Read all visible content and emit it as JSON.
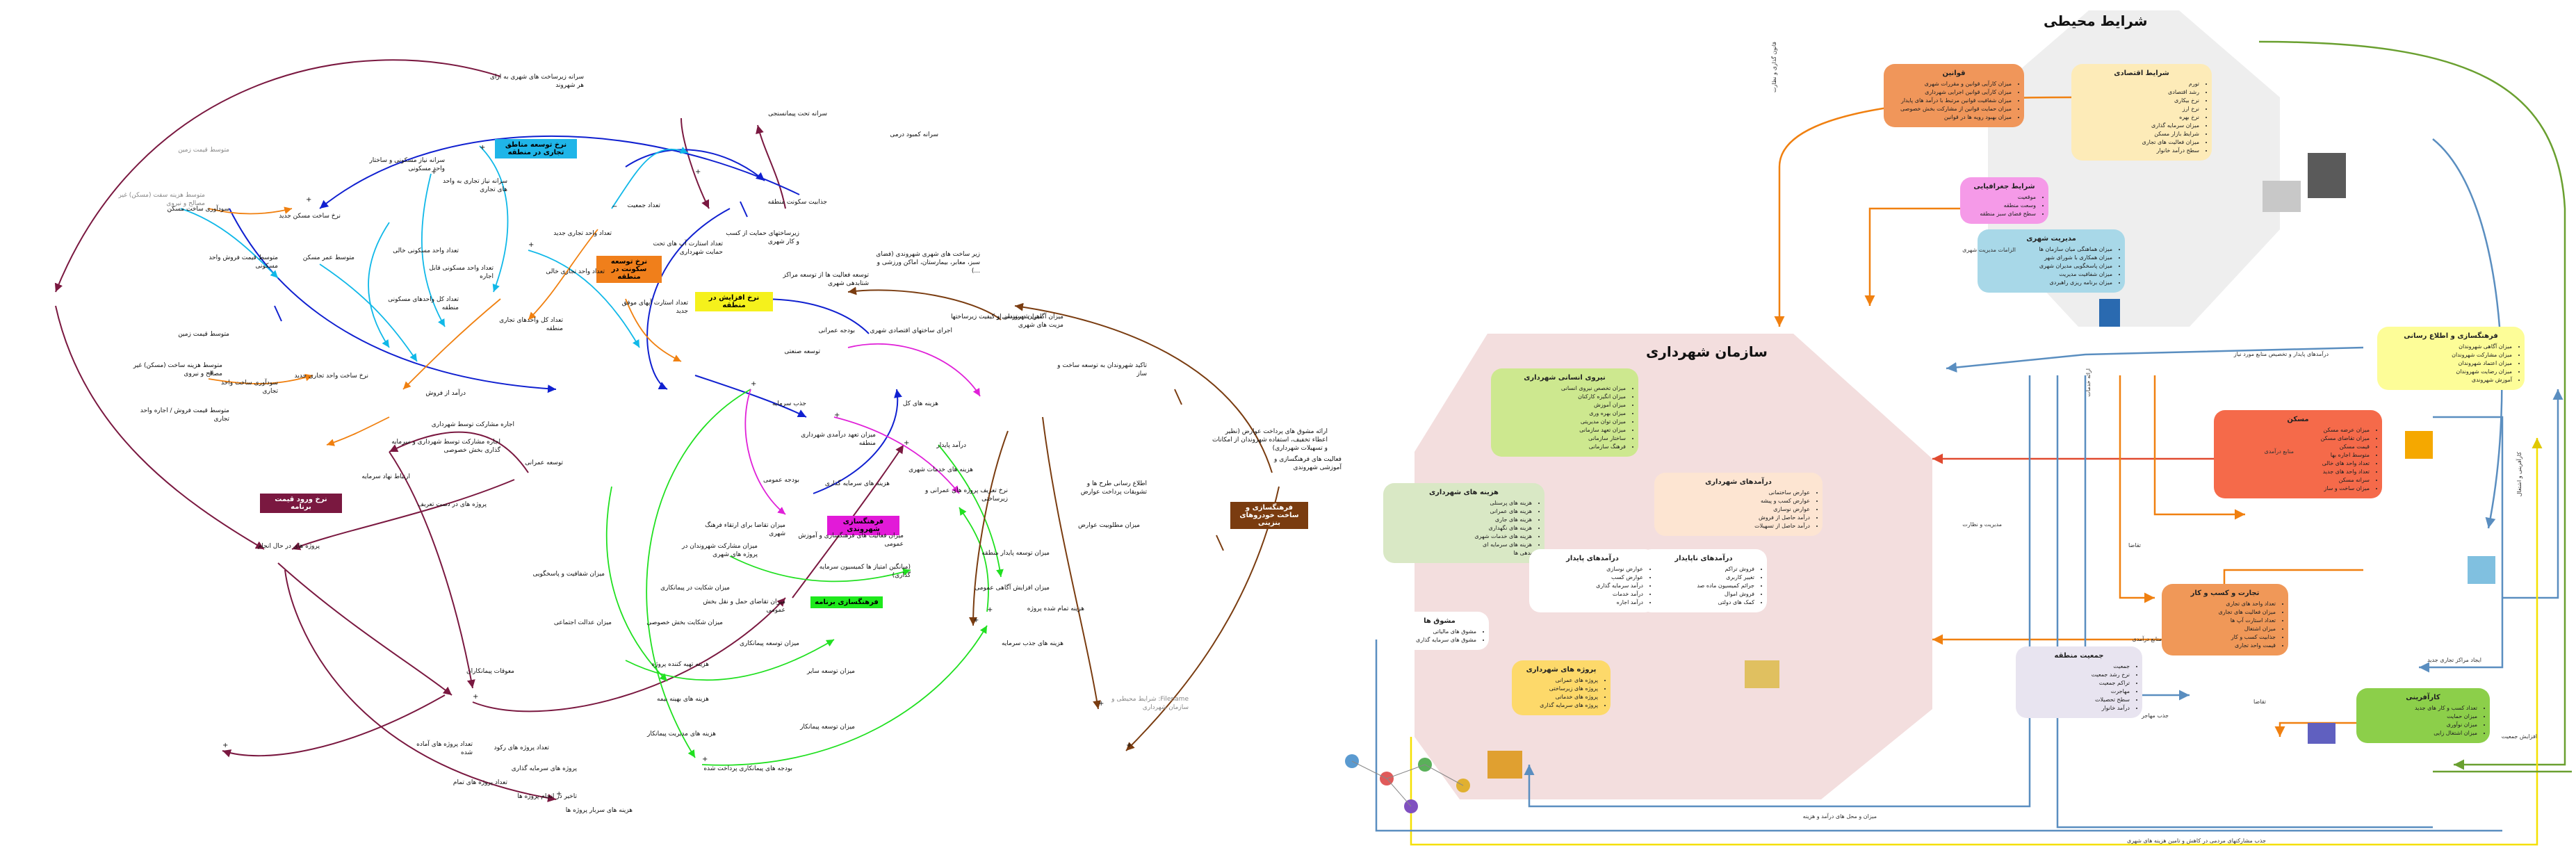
{
  "left_diagram": {
    "flags": [
      {
        "id": "f1",
        "text": "نرخ توسعه مناطق تجاری در منطقه",
        "bg": "#1fb5e8",
        "color": "#111"
      },
      {
        "id": "f2",
        "text": "نرخ توسعه سکونت در منطقه",
        "bg": "#f07f1b",
        "color": "#111"
      },
      {
        "id": "f3",
        "text": "نرخ افزایش در منطقه",
        "bg": "#f5f11c",
        "color": "#111"
      },
      {
        "id": "f4",
        "text": "نرخ ورود قیمت برنامه",
        "bg": "#7a1840",
        "color": "#ffffff"
      },
      {
        "id": "f5",
        "text": "فرهنگسازی شهروندی",
        "bg": "#e21ad8",
        "color": "#111"
      },
      {
        "id": "f6",
        "text": "فرهنگسازی برنامه",
        "bg": "#1ee91c",
        "color": "#111"
      },
      {
        "id": "f7",
        "text": "فرهنگسازی و ساخت خودروهای بنزینی",
        "bg": "#7a3c10",
        "color": "#ffffff"
      }
    ],
    "labels": [
      {
        "id": "l1",
        "text": "سرانه زیرساخت های شهری به ازای هر شهروند",
        "gray": false
      },
      {
        "id": "l2",
        "text": "سرانه تحت پیمانسنجی",
        "gray": false
      },
      {
        "id": "l3",
        "text": "سرانه کمبود درمی",
        "gray": false
      },
      {
        "id": "l4",
        "text": "متوسط قیمت زمین",
        "gray": true
      },
      {
        "id": "l5",
        "text": "متوسط هزینه سفت (مسکن) غیر مصالح و نیروی",
        "gray": true
      },
      {
        "id": "l6",
        "text": "سودآوری ساخت مسکن",
        "gray": false
      },
      {
        "id": "l7",
        "text": "نرخ ساخت مسکن جدید",
        "gray": false
      },
      {
        "id": "l8",
        "text": "سرانه نیاز مسکونی و ساختار واحد مسکونی",
        "gray": false
      },
      {
        "id": "l9",
        "text": "سرانه نیاز تجاری به واحد های تجاری",
        "gray": false
      },
      {
        "id": "l10",
        "text": "تعداد جمعیت",
        "gray": false
      },
      {
        "id": "l11",
        "text": "جذابیت سکونت منطقه",
        "gray": false
      },
      {
        "id": "l12",
        "text": "متوسط قیمت فروش واحد مسکونی",
        "gray": false
      },
      {
        "id": "l13",
        "text": "متوسط عمر مسکن",
        "gray": false
      },
      {
        "id": "l14",
        "text": "تعداد واحد مسکونی خالی",
        "gray": false
      },
      {
        "id": "l15",
        "text": "تعداد کل واحدهای مسکونی منطقه",
        "gray": false
      },
      {
        "id": "l16",
        "text": "تعداد واحد مسکونی قابل اجاره",
        "gray": false
      },
      {
        "id": "l17",
        "text": "تعداد واحد تجاری جدید",
        "gray": false
      },
      {
        "id": "l18",
        "text": "تعداد واحد تجاری خالی",
        "gray": false
      },
      {
        "id": "l19",
        "text": "تعداد کل واحدهای تجاری منطقه",
        "gray": false
      },
      {
        "id": "l20",
        "text": "زیرساختهای حمایت از کسب و کار شهری",
        "gray": false
      },
      {
        "id": "l21",
        "text": "تعداد استارت آپ های تحت حمایت شهرداری",
        "gray": false
      },
      {
        "id": "l22",
        "text": "زیر ساخت های شهری شهروندی (فضای سبز، معابر، بیمارستان، اماکن ورزشی و ...)",
        "gray": false
      },
      {
        "id": "l23",
        "text": "تعداد استارت آپهای موفق جدید",
        "gray": false
      },
      {
        "id": "l24",
        "text": "توسعه فعالیت ها از توسعه مراکز شتابدهی شهری",
        "gray": false
      },
      {
        "id": "l25",
        "text": "متوسط قیمت زمین",
        "gray": false
      },
      {
        "id": "l26",
        "text": "متوسط هزینه ساخت (مسکن) غیر مصالح و نیروی",
        "gray": false
      },
      {
        "id": "l27",
        "text": "متوسط قیمت فروش / اجاره واحد تجاری",
        "gray": false
      },
      {
        "id": "l28",
        "text": "سودآوری ساخت واحد تجاری",
        "gray": false
      },
      {
        "id": "l29",
        "text": "نرخ ساخت واحد تجاری جدید",
        "gray": false
      },
      {
        "id": "l30",
        "text": "درآمد از فروش",
        "gray": false
      },
      {
        "id": "l31",
        "text": "اجاره مشارکت توسط شهرداری",
        "gray": false
      },
      {
        "id": "l32",
        "text": "اجاره مشارکت توسط شهرداری و سرمایه گذاری بخش خصوصی",
        "gray": false
      },
      {
        "id": "l33",
        "text": "ارتباط نهاد سرمایه",
        "gray": false
      },
      {
        "id": "l34",
        "text": "پروژه های در دست تعریف",
        "gray": false
      },
      {
        "id": "l35",
        "text": "توسعه عمرانی",
        "gray": false
      },
      {
        "id": "l36",
        "text": "توسعه صنعتی",
        "gray": false
      },
      {
        "id": "l37",
        "text": "اجرای ساختهای اقتصادی شهری",
        "gray": false
      },
      {
        "id": "l38",
        "text": "میزان دسترسی و کیفیت زیرساختها",
        "gray": false
      },
      {
        "id": "l39",
        "text": "جذب سرمایه",
        "gray": false
      },
      {
        "id": "l40",
        "text": "هزینه های کل",
        "gray": false
      },
      {
        "id": "l41",
        "text": "درآمد پایدار",
        "gray": false
      },
      {
        "id": "l42",
        "text": "هزینه های خدمات شهری",
        "gray": false
      },
      {
        "id": "l43",
        "text": "بودجه عمومی",
        "gray": false
      },
      {
        "id": "l44",
        "text": "هزینه های سرمایه گذاری",
        "gray": false
      },
      {
        "id": "l45",
        "text": "میزان تعهد درآمدی شهرداری منطقه",
        "gray": false
      },
      {
        "id": "l46",
        "text": "نرخ تعریف پروژه های عمرانی و زیرساختی",
        "gray": false
      },
      {
        "id": "l47",
        "text": "بودجه عمرانی",
        "gray": false
      },
      {
        "id": "l48",
        "text": "میزان فعالیت های فرهنگسازی و آموزش عمومی",
        "gray": false
      },
      {
        "id": "l49",
        "text": "(میانگین امتیاز ها کمیسیون سرمایه گذاری)",
        "gray": false
      },
      {
        "id": "l50",
        "text": "میزان تقاضا برای ارتقاء فرهنگ شهری",
        "gray": false
      },
      {
        "id": "l51",
        "text": "میزان مشارکت شهروندان در پروژه های شهری",
        "gray": false
      },
      {
        "id": "l52",
        "text": "میزان شکایت در پیمانکاری",
        "gray": false
      },
      {
        "id": "l53",
        "text": "میزان توسعه پایدار منطقه",
        "gray": false
      },
      {
        "id": "l54",
        "text": "میزان تقاضای حمل و نقل بخش عمومی",
        "gray": false
      },
      {
        "id": "l55",
        "text": "میزان شکایت بخش خصوصی",
        "gray": false
      },
      {
        "id": "l56",
        "text": "میزان افزایش آگاهی عمومی",
        "gray": false
      },
      {
        "id": "l57",
        "text": "هزینه تهیه کننده پروژه",
        "gray": false
      },
      {
        "id": "l58",
        "text": "هزینه های بهینه بیمه",
        "gray": false
      },
      {
        "id": "l59",
        "text": "هزینه های مدیریت پیمانکار",
        "gray": false
      },
      {
        "id": "l60",
        "text": "بودجه های پیمانکاری پرداخت شده",
        "gray": false
      },
      {
        "id": "l61",
        "text": "میزان توسعه پیمانکاری",
        "gray": false
      },
      {
        "id": "l62",
        "text": "میزان توسعه سایر",
        "gray": false
      },
      {
        "id": "l63",
        "text": "میزان توسعه پیمانکار",
        "gray": false
      },
      {
        "id": "l64",
        "text": "تاکید شهروندان به توسعه ساخت و ساز",
        "gray": false
      },
      {
        "id": "l65",
        "text": "فعالیت های فرهنگسازی و آموزشی شهروندی",
        "gray": false
      },
      {
        "id": "l66",
        "text": "میزان آگاهی شهروندان از مزیت های شهری",
        "gray": false
      },
      {
        "id": "l67",
        "text": "ارائه مشوق های پرداخت عوارض (نظیر اعطاء تخفیف، استفاده شهروندان از امکانات و تسهیلات شهرداری)",
        "gray": false
      },
      {
        "id": "l68",
        "text": "اطلاع رسانی طرح ها و تشویقات پرداخت عوارض",
        "gray": false
      },
      {
        "id": "l69",
        "text": "میزان مطلوبیت عوارض",
        "gray": false
      },
      {
        "id": "l70",
        "text": "هزینه تمام شده پروژه",
        "gray": false
      },
      {
        "id": "l71",
        "text": "هزینه های جذب سرمایه",
        "gray": false
      },
      {
        "id": "l72",
        "text": "تعداد پروژه های آماده شده",
        "gray": false
      },
      {
        "id": "l73",
        "text": "تعداد پروژه های تمام",
        "gray": false
      },
      {
        "id": "l74",
        "text": "پروژه های در حال انجام",
        "gray": false
      },
      {
        "id": "l75",
        "text": "معوقات پیمانکاران",
        "gray": false
      },
      {
        "id": "l76",
        "text": "تعداد پروژه های رکود",
        "gray": false
      },
      {
        "id": "l77",
        "text": "پروژه های سرمایه گذاری",
        "gray": false
      },
      {
        "id": "l78",
        "text": "تاخیر در انجام پروژه ها",
        "gray": false
      },
      {
        "id": "l79",
        "text": "هزینه های سربار پروژه ها",
        "gray": false
      },
      {
        "id": "l80",
        "text": "میزان شفافیت و پاسخگویی",
        "gray": false
      },
      {
        "id": "l81",
        "text": "میزان عدالت اجتماعی",
        "gray": false
      },
      {
        "id": "l82",
        "text": "Filename: شرایط محیطی و سازمان شهرداری",
        "gray": true
      }
    ]
  },
  "right_diagram": {
    "titles": {
      "env": "شرایط محیطی",
      "org": "سازمان شهرداری"
    },
    "env_boxes": [
      {
        "id": "e1",
        "title": "قوانین",
        "color": "#f0965a",
        "items": [
          "میزان کارآیی قوانین و مقررات شهری",
          "میزان کارآیی قوانین اجرایی شهرداری",
          "میزان شفافیت قوانین مرتبط با درآمد های پایدار",
          "میزان حمایت قوانین از مشارکت بخش خصوصی",
          "میزان بهبود رویه ها در قوانین"
        ]
      },
      {
        "id": "e2",
        "title": "شرایط اقتصادی",
        "color": "#fdebb8",
        "items": [
          "تورم",
          "رشد اقتصادی",
          "نرخ بیکاری",
          "نرخ ارز",
          "نرخ بهره",
          "میزان سرمایه گذاری",
          "شرایط بازار مسکن",
          "میزان فعالیت های تجاری",
          "سطح درآمد خانوار"
        ]
      },
      {
        "id": "e3",
        "title": "شرایط جغرافیایی",
        "color": "#f59ae8",
        "items": [
          "موقعیت",
          "وسعت منطقه",
          "سطح فضای سبز منطقه"
        ]
      },
      {
        "id": "e4",
        "title": "مدیریت شهری",
        "color": "#a8d8e8",
        "items": [
          "میزان هماهنگی میان سازمان ها",
          "میزان همکاری با شورای شهر",
          "میزان پاسخگویی مدیران شهری",
          "میزان شفافیت مدیریت",
          "میزان برنامه ریزی راهبردی"
        ]
      }
    ],
    "org_boxes": [
      {
        "id": "o1",
        "title": "نیروی انسانی شهرداری",
        "color": "#cde88f",
        "items": [
          "میزان تخصص نیروی انسانی",
          "میزان انگیزه کارکنان",
          "میزان آموزش",
          "میزان بهره وری",
          "میزان توان مدیریتی",
          "میزان تعهد سازمانی",
          "ساختار سازمانی",
          "فرهنگ سازمانی"
        ]
      },
      {
        "id": "o2",
        "title": "هزینه های شهرداری",
        "color": "#d9e8c5",
        "items": [
          "هزینه های پرسنلی",
          "هزینه های عمرانی",
          "هزینه های جاری",
          "هزینه های نگهداری",
          "هزینه های خدمات شهری",
          "هزینه های سرمایه ای",
          "بدهی ها"
        ]
      },
      {
        "id": "o3",
        "title": "درآمدهای شهرداری",
        "color": "#fde5d2",
        "items": [
          "عوارض ساختمانی",
          "عوارض کسب و پیشه",
          "عوارض نوسازی",
          "درآمد حاصل از فروش",
          "درآمد حاصل از تسهیلات"
        ]
      },
      {
        "id": "o4",
        "title": "درآمدهای ناپایدار",
        "color": "#ffffff",
        "items": [
          "فروش تراکم",
          "تغییر کاربری",
          "جرائم کمیسیون ماده صد",
          "فروش اموال",
          "کمک های دولتی"
        ]
      },
      {
        "id": "o5",
        "title": "درآمدهای پایدار",
        "color": "#ffffff",
        "items": [
          "عوارض نوسازی",
          "عوارض کسب",
          "درآمد سرمایه گذاری",
          "درآمد خدمات",
          "درآمد اجاره"
        ]
      },
      {
        "id": "o6",
        "title": "مشوق ها",
        "color": "#ffffff",
        "items": [
          "مشوق های مالیاتی",
          "مشوق های سرمایه گذاری"
        ]
      },
      {
        "id": "o7",
        "title": "پروژه های شهرداری",
        "color": "#fdd96a",
        "items": [
          "پروژه های عمرانی",
          "پروژه های زیرساختی",
          "پروژه های خدماتی",
          "پروژه های سرمایه گذاری"
        ]
      }
    ],
    "side_boxes": [
      {
        "id": "s1",
        "title": "فرهنگسازی و اطلاع رسانی",
        "color": "#fdfd98",
        "items": [
          "میزان آگاهی شهروندان",
          "میزان مشارکت شهروندان",
          "میزان اعتماد شهروندان",
          "میزان رضایت شهروندان",
          "آموزش شهروندی"
        ]
      },
      {
        "id": "s2",
        "title": "مسکن",
        "color": "#f56a4a",
        "items": [
          "میزان عرضه مسکن",
          "میزان تقاضای مسکن",
          "قیمت مسکن",
          "متوسط اجاره بها",
          "تعداد واحد های خالی",
          "تعداد واحد های جدید",
          "سرانه مسکن",
          "میزان ساخت و ساز"
        ]
      },
      {
        "id": "s3",
        "title": "تجارت و کسب و کار",
        "color": "#f09858",
        "items": [
          "تعداد واحد های تجاری",
          "میزان فعالیت های تجاری",
          "تعداد استارت آپ ها",
          "میزان اشتغال",
          "جذابیت کسب و کار",
          "قیمت واحد تجاری"
        ]
      },
      {
        "id": "s4",
        "title": "جمعیت منطقه",
        "color": "#e8e4f0",
        "items": [
          "جمعیت",
          "نرخ رشد جمعیت",
          "تراکم جمعیت",
          "مهاجرت",
          "سطح تحصیلات",
          "درآمد خانوار"
        ]
      },
      {
        "id": "s5",
        "title": "کارآفرینی",
        "color": "#8ccf4a",
        "items": [
          "تعداد کسب و کار های جدید",
          "میزان حمایت",
          "میزان نوآوری",
          "میزان اشتغال زایی"
        ]
      }
    ],
    "edge_labels": [
      {
        "id": "el1",
        "text": "قانون گذاری و نظارت"
      },
      {
        "id": "el2",
        "text": "الزامات مدیریت شهری"
      },
      {
        "id": "el3",
        "text": "درآمدهای پایدار و تخصیص منابع مورد نیاز"
      },
      {
        "id": "el4",
        "text": "منابع درآمدی"
      },
      {
        "id": "el5",
        "text": "مدیریت و نظارت"
      },
      {
        "id": "el6",
        "text": "منابع درآمدی"
      },
      {
        "id": "el7",
        "text": "تقاضا"
      },
      {
        "id": "el8",
        "text": "جذب مهاجر"
      },
      {
        "id": "el9",
        "text": "تقاضا"
      },
      {
        "id": "el10",
        "text": "ایجاد مراکز تجاری جدید"
      },
      {
        "id": "el11",
        "text": "افزایش جمعیت"
      },
      {
        "id": "el12",
        "text": "میزان و محل های درآمد و هزینه"
      },
      {
        "id": "el13",
        "text": "جذب مشارکتهای مردمی در کاهش و تامین هزینه های شهری"
      },
      {
        "id": "el14",
        "text": "کارآفرینی و اشتغال"
      },
      {
        "id": "el15",
        "text": "ارائه خدمات"
      }
    ]
  }
}
